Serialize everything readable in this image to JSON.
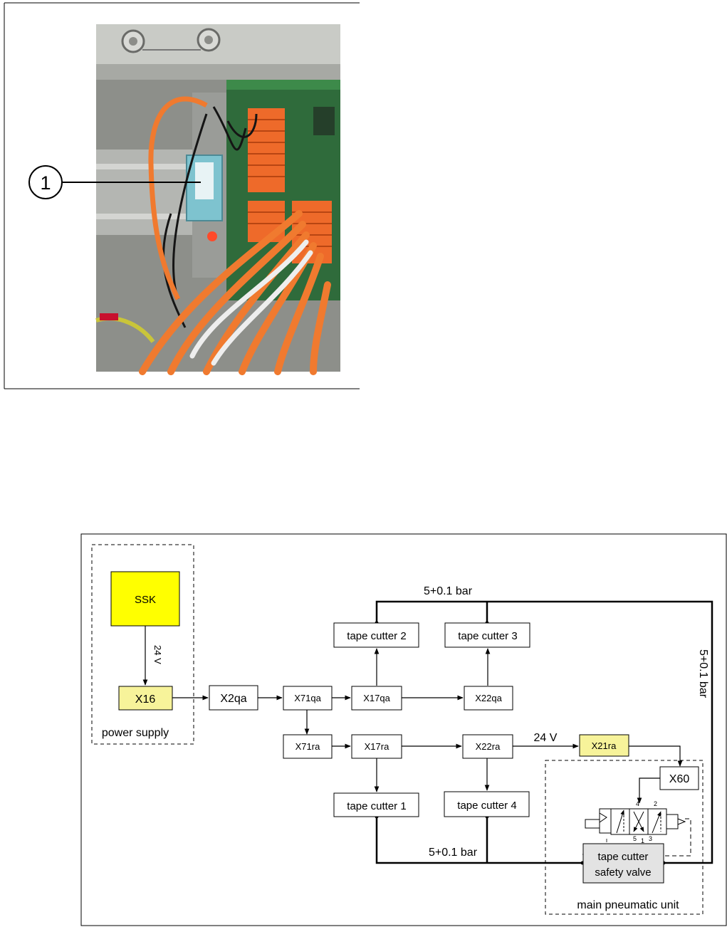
{
  "photo": {
    "callout_number": "1"
  },
  "diagram": {
    "colors": {
      "yellow": "#ffff00",
      "light_yellow": "#f7f39a",
      "box_fill": "#ffffff",
      "valve_fill": "#e3e3e3",
      "line": "#000000"
    },
    "groups": {
      "power_supply": "power supply",
      "main_pneumatic_unit": "main pneumatic unit"
    },
    "boxes": {
      "ssk": "SSK",
      "x16": "X16",
      "x2qa": "X2qa",
      "x71qa": "X71qa",
      "x17qa": "X17qa",
      "x22qa": "X22qa",
      "x71ra": "X71ra",
      "x17ra": "X17ra",
      "x22ra": "X22ra",
      "x21ra": "X21ra",
      "x60": "X60",
      "tape_cutter_1": "tape cutter 1",
      "tape_cutter_2": "tape cutter 2",
      "tape_cutter_3": "tape cutter 3",
      "tape_cutter_4": "tape cutter 4",
      "valve_line1": "tape cutter",
      "valve_line2": "safety valve"
    },
    "labels": {
      "voltage_vertical": "24 V",
      "voltage_x21ra": "24 V",
      "pressure_top": "5+0.1 bar",
      "pressure_right": "5+0.1 bar",
      "pressure_bottom": "5+0.1 bar"
    },
    "valve_ports": [
      "4",
      "2",
      "5",
      "3",
      "1"
    ]
  }
}
